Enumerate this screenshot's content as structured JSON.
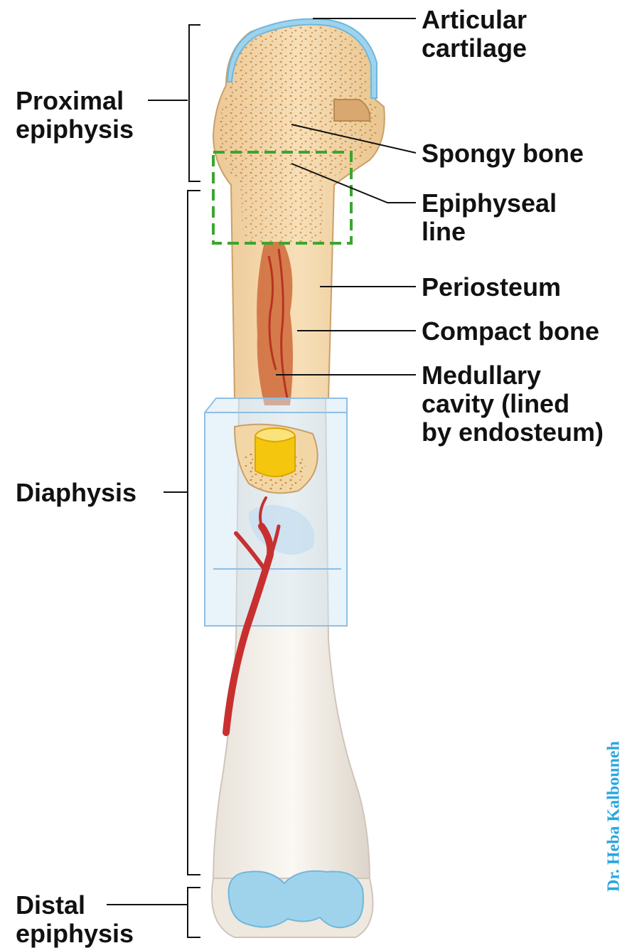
{
  "labels": {
    "articular_cartilage": [
      "Articular",
      "cartilage"
    ],
    "proximal_epiphysis": [
      "Proximal",
      "epiphysis"
    ],
    "spongy_bone": [
      "Spongy bone"
    ],
    "epiphyseal_line": [
      "Epiphyseal",
      "line"
    ],
    "periosteum": [
      "Periosteum"
    ],
    "compact_bone": [
      "Compact bone"
    ],
    "medullary_cavity": [
      "Medullary",
      "cavity (lined",
      "by endosteum)"
    ],
    "diaphysis": [
      "Diaphysis"
    ],
    "distal_epiphysis": [
      "Distal",
      "epiphysis"
    ]
  },
  "watermark": "Dr. Heba Kalbouneh",
  "colors": {
    "bone": "#f2d6a6",
    "spongy_dot": "#c98a42",
    "cartilage": "#9fd3ec",
    "marrow": "#d0582e",
    "artery": "#c83030",
    "dashed_box": "#3aa62e",
    "section_box": "#9cc9ea",
    "watermark": "#2aa6e0",
    "yellow_marrow": "#f5c60e"
  },
  "icons": {
    "bone_illustration": "long-bone-illustration"
  }
}
